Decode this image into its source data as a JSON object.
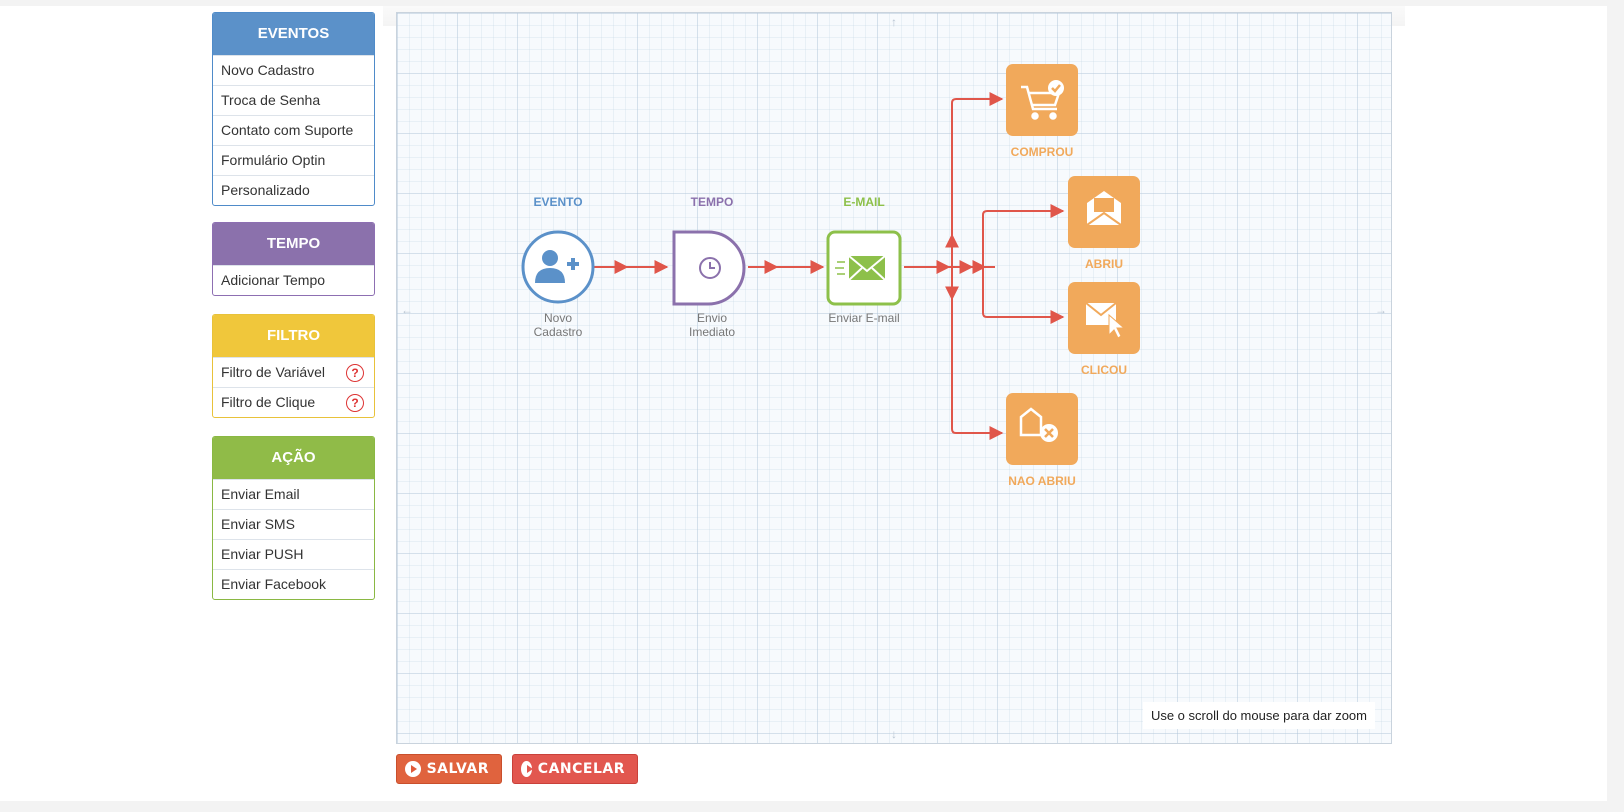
{
  "sidebar": {
    "eventos": {
      "title": "EVENTOS",
      "items": [
        "Novo Cadastro",
        "Troca de Senha",
        "Contato com Suporte",
        "Formulário Optin",
        "Personalizado"
      ]
    },
    "tempo": {
      "title": "TEMPO",
      "items": [
        "Adicionar Tempo"
      ]
    },
    "filtro": {
      "title": "FILTRO",
      "items": [
        "Filtro de Variável",
        "Filtro de Clique"
      ],
      "help_icon": "?"
    },
    "acao": {
      "title": "AÇÃO",
      "items": [
        "Enviar Email",
        "Enviar SMS",
        "Enviar PUSH",
        "Enviar Facebook"
      ]
    }
  },
  "flow": {
    "evento": {
      "title": "EVENTO",
      "caption_line1": "Novo",
      "caption_line2": "Cadastro",
      "icon": "add-user-icon"
    },
    "tempo": {
      "title": "TEMPO",
      "caption_line1": "Envio",
      "caption_line2": "Imediato",
      "icon": "clock-icon"
    },
    "email": {
      "title": "E-MAIL",
      "caption": "Enviar E-mail",
      "icon": "send-mail-icon"
    },
    "branches": {
      "comprou": {
        "label": "COMPROU",
        "icon": "cart-check-icon"
      },
      "abriu": {
        "label": "ABRIU",
        "icon": "open-mail-icon"
      },
      "clicou": {
        "label": "CLICOU",
        "icon": "mail-click-icon"
      },
      "nao_abriu": {
        "label": "NAO ABRIU",
        "icon": "mail-cancel-icon"
      }
    }
  },
  "canvas": {
    "zoom_hint": "Use o scroll do mouse para dar zoom"
  },
  "buttons": {
    "save": "SALVAR",
    "cancel": "CANCELAR"
  },
  "colors": {
    "evento": "#5b91c9",
    "tempo": "#8b71ac",
    "email": "#8dc04a",
    "action": "#f1a95b",
    "connector": "#e0564a"
  }
}
